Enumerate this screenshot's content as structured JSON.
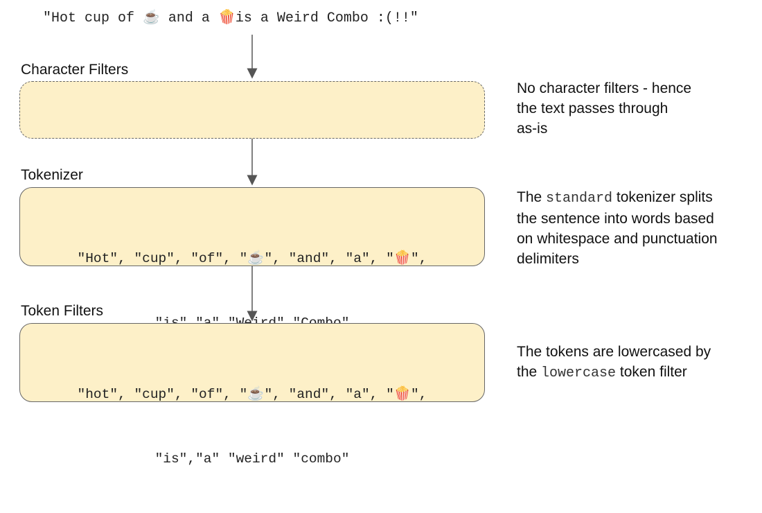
{
  "input": {
    "text": "\"Hot cup of ☕ and a 🍿is a Weird Combo :(!!\""
  },
  "stages": {
    "char_filters": {
      "label": "Character Filters",
      "note_lines": [
        "No character filters - hence",
        "the text passes through",
        "as-is"
      ]
    },
    "tokenizer": {
      "label": "Tokenizer",
      "tokens_line1": "\"Hot\", \"cup\", \"of\", \"☕\", \"and\", \"a\", \"🍿\",",
      "tokens_line2": "\"is\",\"a\" \"Weird\" \"Combo\"",
      "note": {
        "prefix": "The ",
        "code": "standard",
        "suffix": " tokenizer splits",
        "lines": [
          "the sentence into words based",
          "on whitespace and punctuation",
          "delimiters"
        ]
      }
    },
    "token_filters": {
      "label": "Token Filters",
      "tokens_line1": "\"hot\", \"cup\", \"of\", \"☕\", \"and\", \"a\", \"🍿\",",
      "tokens_line2": "\"is\",\"a\" \"weird\" \"combo\"",
      "note": {
        "line1": "The tokens are lowercased by",
        "prefix": "the ",
        "code": "lowercase",
        "suffix": " token filter"
      }
    }
  }
}
